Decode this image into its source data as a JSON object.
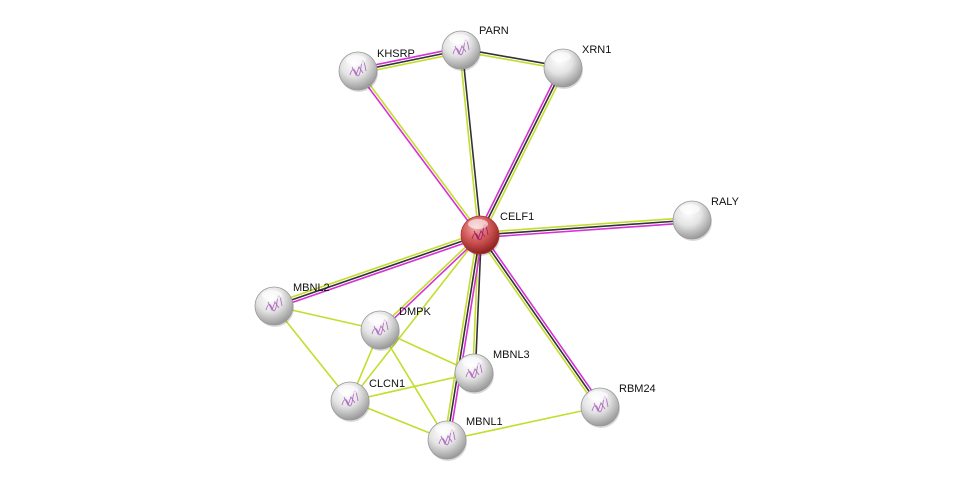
{
  "colors": {
    "textmining": "#c4dd2c",
    "coexpression": "#333333",
    "experiments": "#d630d6",
    "query_node": "#d45555",
    "node": "#e0e0e0"
  },
  "nodes": [
    {
      "id": "CELF1",
      "label": "CELF1",
      "query": true
    },
    {
      "id": "KHSRP",
      "label": "KHSRP"
    },
    {
      "id": "PARN",
      "label": "PARN"
    },
    {
      "id": "XRN1",
      "label": "XRN1"
    },
    {
      "id": "RALY",
      "label": "RALY"
    },
    {
      "id": "MBNL2",
      "label": "MBNL2"
    },
    {
      "id": "DMPK",
      "label": "DMPK"
    },
    {
      "id": "MBNL3",
      "label": "MBNL3"
    },
    {
      "id": "CLCN1",
      "label": "CLCN1"
    },
    {
      "id": "MBNL1",
      "label": "MBNL1"
    },
    {
      "id": "RBM24",
      "label": "RBM24"
    }
  ],
  "edges": [
    {
      "a": "CELF1",
      "b": "KHSRP",
      "types": [
        "experiments",
        "textmining"
      ]
    },
    {
      "a": "CELF1",
      "b": "PARN",
      "types": [
        "textmining",
        "coexpression"
      ]
    },
    {
      "a": "CELF1",
      "b": "XRN1",
      "types": [
        "experiments",
        "coexpression",
        "textmining"
      ]
    },
    {
      "a": "CELF1",
      "b": "RALY",
      "types": [
        "textmining",
        "coexpression",
        "experiments"
      ]
    },
    {
      "a": "CELF1",
      "b": "MBNL2",
      "types": [
        "experiments",
        "coexpression",
        "textmining"
      ]
    },
    {
      "a": "CELF1",
      "b": "DMPK",
      "types": [
        "experiments",
        "textmining"
      ]
    },
    {
      "a": "CELF1",
      "b": "MBNL3",
      "types": [
        "coexpression",
        "textmining"
      ]
    },
    {
      "a": "CELF1",
      "b": "MBNL1",
      "types": [
        "experiments",
        "coexpression",
        "textmining"
      ]
    },
    {
      "a": "CELF1",
      "b": "RBM24",
      "types": [
        "experiments",
        "coexpression",
        "textmining"
      ]
    },
    {
      "a": "CELF1",
      "b": "CLCN1",
      "types": [
        "textmining"
      ]
    },
    {
      "a": "KHSRP",
      "b": "PARN",
      "types": [
        "experiments",
        "coexpression",
        "textmining"
      ]
    },
    {
      "a": "PARN",
      "b": "XRN1",
      "types": [
        "coexpression",
        "textmining"
      ]
    },
    {
      "a": "MBNL2",
      "b": "DMPK",
      "types": [
        "textmining"
      ]
    },
    {
      "a": "MBNL2",
      "b": "CLCN1",
      "types": [
        "textmining"
      ]
    },
    {
      "a": "DMPK",
      "b": "MBNL3",
      "types": [
        "textmining"
      ]
    },
    {
      "a": "DMPK",
      "b": "CLCN1",
      "types": [
        "textmining"
      ]
    },
    {
      "a": "DMPK",
      "b": "MBNL1",
      "types": [
        "textmining"
      ]
    },
    {
      "a": "CLCN1",
      "b": "MBNL3",
      "types": [
        "textmining"
      ]
    },
    {
      "a": "CLCN1",
      "b": "MBNL1",
      "types": [
        "textmining"
      ]
    },
    {
      "a": "MBNL1",
      "b": "RBM24",
      "types": [
        "textmining"
      ]
    }
  ]
}
